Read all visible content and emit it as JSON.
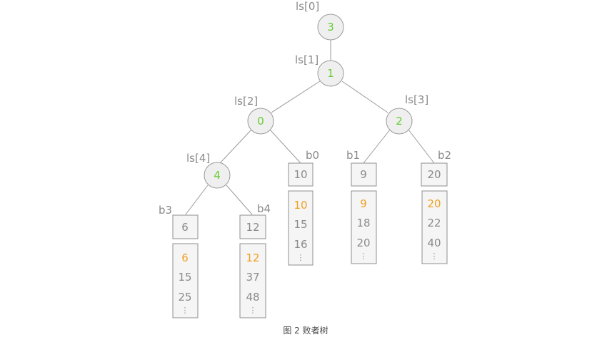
{
  "caption": "图 2 败者树",
  "ellipsis": "⋮",
  "tree_nodes": [
    {
      "id": "ls0",
      "label": "ls[0]",
      "value": "3"
    },
    {
      "id": "ls1",
      "label": "ls[1]",
      "value": "1"
    },
    {
      "id": "ls2",
      "label": "ls[2]",
      "value": "0"
    },
    {
      "id": "ls3",
      "label": "ls[3]",
      "value": "2"
    },
    {
      "id": "ls4",
      "label": "ls[4]",
      "value": "4"
    }
  ],
  "buffers": [
    {
      "id": "b0",
      "label": "b0",
      "value": "10",
      "run": [
        "10",
        "15",
        "16"
      ]
    },
    {
      "id": "b1",
      "label": "b1",
      "value": "9",
      "run": [
        "9",
        "18",
        "20"
      ]
    },
    {
      "id": "b2",
      "label": "b2",
      "value": "20",
      "run": [
        "20",
        "22",
        "40"
      ]
    },
    {
      "id": "b3",
      "label": "b3",
      "value": "6",
      "run": [
        "6",
        "15",
        "25"
      ]
    },
    {
      "id": "b4",
      "label": "b4",
      "value": "12",
      "run": [
        "12",
        "37",
        "48"
      ]
    }
  ],
  "colors": {
    "node_value": "#66cc33",
    "run_head": "#f0a020",
    "text": "#8a8a8a",
    "stroke": "#9a9a9a"
  }
}
